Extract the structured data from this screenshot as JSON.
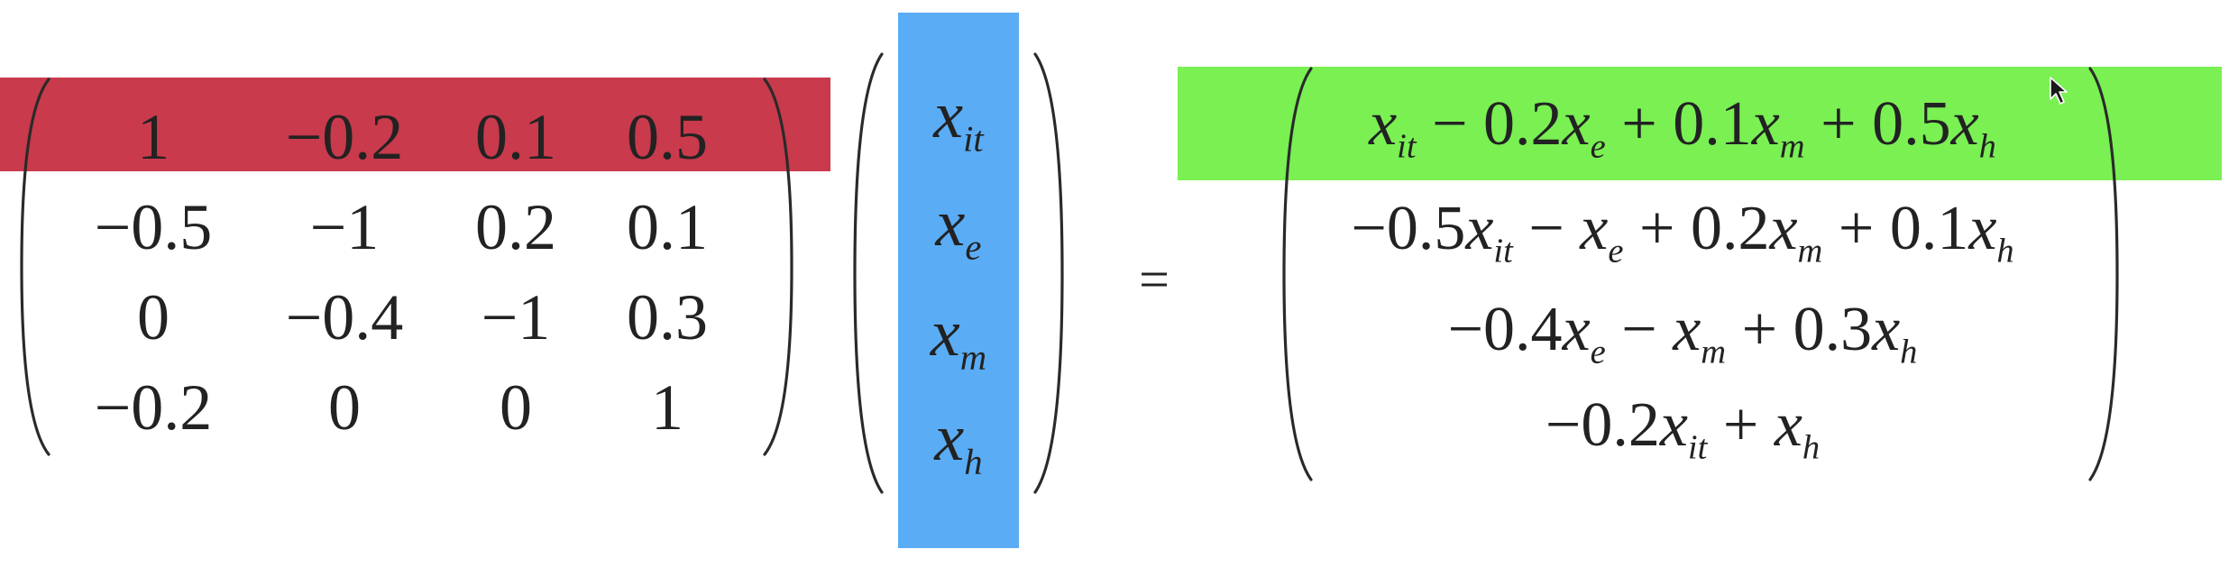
{
  "colors": {
    "row_highlight": "#c83a4c",
    "column_highlight": "#5aacf5",
    "result_highlight": "#7af053"
  },
  "matrix": {
    "rows": [
      [
        "1",
        "−0.2",
        "0.1",
        "0.5"
      ],
      [
        "−0.5",
        "−1",
        "0.2",
        "0.1"
      ],
      [
        "0",
        "−0.4",
        "−1",
        "0.3"
      ],
      [
        "−0.2",
        "0",
        "0",
        "1"
      ]
    ]
  },
  "vector": {
    "entries": [
      {
        "var": "x",
        "sub": "it"
      },
      {
        "var": "x",
        "sub": "e"
      },
      {
        "var": "x",
        "sub": "m"
      },
      {
        "var": "x",
        "sub": "h"
      }
    ]
  },
  "equals": "=",
  "result": {
    "rows": [
      [
        {
          "t": "x",
          "s": "it"
        },
        {
          "t": " − 0.2"
        },
        {
          "t": "x",
          "s": "e"
        },
        {
          "t": " + 0.1"
        },
        {
          "t": "x",
          "s": "m"
        },
        {
          "t": " + 0.5"
        },
        {
          "t": "x",
          "s": "h"
        }
      ],
      [
        {
          "t": "−0.5"
        },
        {
          "t": "x",
          "s": "it"
        },
        {
          "t": " − "
        },
        {
          "t": "x",
          "s": "e"
        },
        {
          "t": " + 0.2"
        },
        {
          "t": "x",
          "s": "m"
        },
        {
          "t": " + 0.1"
        },
        {
          "t": "x",
          "s": "h"
        }
      ],
      [
        {
          "t": "−0.4"
        },
        {
          "t": "x",
          "s": "e"
        },
        {
          "t": " − "
        },
        {
          "t": "x",
          "s": "m"
        },
        {
          "t": " + 0.3"
        },
        {
          "t": "x",
          "s": "h"
        }
      ],
      [
        {
          "t": "−0.2"
        },
        {
          "t": "x",
          "s": "it"
        },
        {
          "t": " + "
        },
        {
          "t": "x",
          "s": "h"
        }
      ]
    ]
  },
  "icons": {
    "cursor": "mouse-pointer-icon"
  }
}
